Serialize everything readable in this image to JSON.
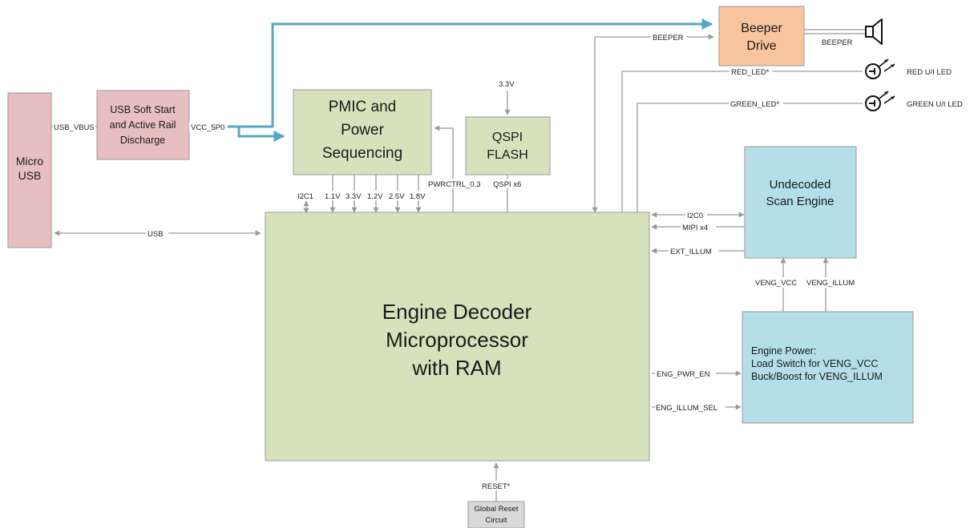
{
  "colors": {
    "pink_block": "#e8bfc1",
    "green_block": "#d7e2bd",
    "blue_block": "#b4dfe9",
    "orange_block": "#f8c49e",
    "gray_block": "#d9d9d9",
    "wire": "#9a9a9a",
    "usb_power_wire": "#5aa6c2"
  },
  "blocks": {
    "micro_usb": [
      "Micro",
      "USB"
    ],
    "usb_soft_start": [
      "USB Soft Start",
      "and Active Rail",
      "Discharge"
    ],
    "pmic": [
      "PMIC and",
      "Power",
      "Sequencing"
    ],
    "qspi": [
      "QSPI",
      "FLASH"
    ],
    "beeper_drive": [
      "Beeper",
      "Drive"
    ],
    "scan_engine": [
      "Undecoded",
      "Scan Engine"
    ],
    "engine_power": [
      "Engine Power:",
      "Load Switch for VENG_VCC",
      "Buck/Boost for VENG_ILLUM"
    ],
    "mcu": [
      "Engine Decoder",
      "Microprocessor",
      "with RAM"
    ],
    "global_reset": [
      "Global Reset",
      "Circuit"
    ]
  },
  "signals": {
    "usb_vbus": "USB_VBUS",
    "vcc_5p0": "VCC_5P0",
    "usb": "USB",
    "qspi_supply": "3.3V",
    "i2c1": "I2C1",
    "v1_1": "1.1V",
    "v3_3": "3.3V",
    "v1_2": "1.2V",
    "v2_5": "2.5V",
    "v1_8": "1.8V",
    "pwrctrl": "PWRCTRL_0.3",
    "qspi_x6": "QSPI x6",
    "beeper_in": "BEEPER",
    "beeper_out": "BEEPER",
    "red_led": "RED_LED*",
    "green_led": "GREEN_LED*",
    "i2c0": "I2C0",
    "mipi": "MIPI x4",
    "ext_illum": "EXT_ILLUM",
    "veng_vcc": "VENG_VCC",
    "veng_illum": "VENG_ILLUM",
    "eng_pwr_en": "ENG_PWR_EN",
    "eng_illum_sel": "ENG_ILLUM_SEL",
    "reset": "RESET*"
  },
  "outputs": {
    "red_led": "RED U/I LED",
    "green_led": "GREEN U/I LED"
  },
  "icons": {
    "speaker": "speaker-icon",
    "red_led": "led-icon",
    "green_led": "led-icon"
  }
}
